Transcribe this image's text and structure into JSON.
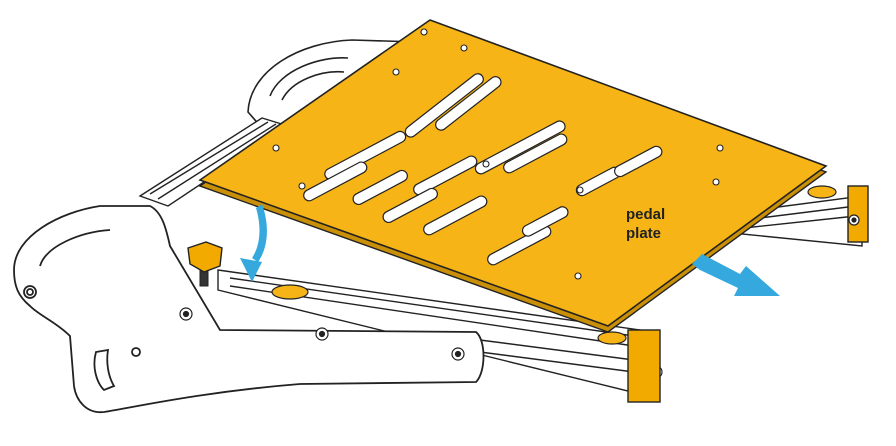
{
  "diagram": {
    "labels": [
      "pedal",
      "plate"
    ],
    "colors": {
      "plate": "#f6b417",
      "plate_edge": "#c98f07",
      "arrow": "#35a8de",
      "outline": "#222222",
      "metal": "#ffffff",
      "knob": "#f2a900"
    },
    "callouts": [
      {
        "name": "tilt-arrow",
        "direction": "down"
      },
      {
        "name": "slide-arrow",
        "direction": "right"
      }
    ]
  }
}
